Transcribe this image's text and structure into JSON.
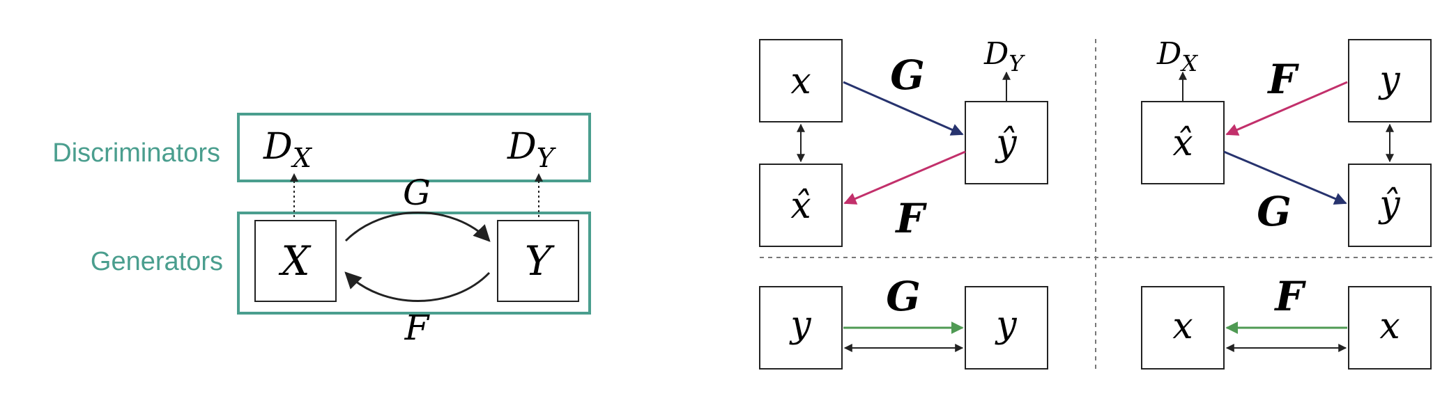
{
  "colors": {
    "teal": "#4a9e8e",
    "navy": "#27336e",
    "magenta": "#c2306b",
    "green": "#4f9a53",
    "ink": "#222222",
    "dash": "#777777"
  },
  "left_diagram": {
    "discriminators_label": "Discriminators",
    "generators_label": "Generators",
    "dx": "D",
    "dx_sub": "X",
    "dy": "D",
    "dy_sub": "Y",
    "node_x": "X",
    "node_y": "Y",
    "g": "G",
    "f": "F"
  },
  "right_diagram": {
    "tl": {
      "x": "x",
      "x_hat": "x̂",
      "y_hat": "ŷ",
      "g": "G",
      "f": "F",
      "dy": "D",
      "dy_sub": "Y"
    },
    "tr": {
      "y": "y",
      "y_hat": "ŷ",
      "x_hat": "x̂",
      "f": "F",
      "g": "G",
      "dx": "D",
      "dx_sub": "X"
    },
    "bl": {
      "y_left": "y",
      "y_right": "y",
      "g": "G"
    },
    "br": {
      "x_left": "x",
      "x_right": "x",
      "f": "F"
    }
  }
}
